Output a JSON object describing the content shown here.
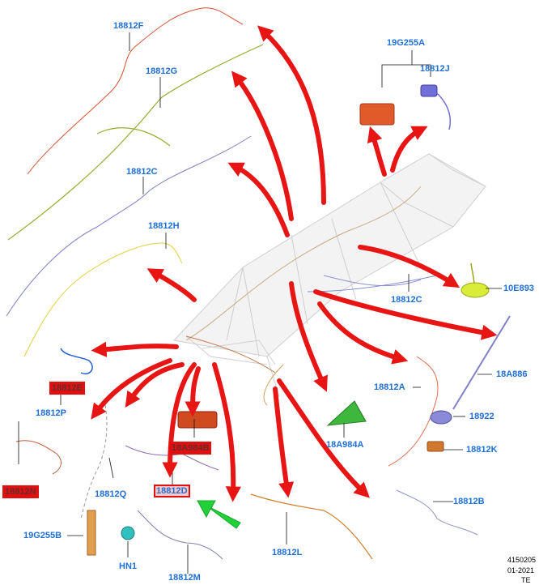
{
  "callouts": {
    "c_18812F": "18812F",
    "c_18812G": "18812G",
    "c_18812C_top": "18812C",
    "c_18812H": "18812H",
    "c_19G255A": "19G255A",
    "c_18812J": "18812J",
    "c_10E893": "10E893",
    "c_18812C_right": "18812C",
    "c_18812E": "18812E",
    "c_18812P": "18812P",
    "c_18812N": "18812N",
    "c_18A984B": "18A984B",
    "c_18812Q": "18812Q",
    "c_18812D": "18812D",
    "c_18812A": "18812A",
    "c_18A886": "18A886",
    "c_18922": "18922",
    "c_18812K": "18812K",
    "c_18A984A": "18A984A",
    "c_18812B": "18812B",
    "c_19G255B": "19G255B",
    "c_HN1": "HN1",
    "c_18812M": "18812M",
    "c_18812L": "18812L"
  },
  "footer": {
    "code": "4150205",
    "date": "01-2021",
    "suffix": "TE"
  },
  "colors": {
    "callout_text": "#1f6fd6",
    "arrow_red": "#e81515",
    "arrow_green": "#22d13a",
    "highlight_box": "#e01010"
  }
}
